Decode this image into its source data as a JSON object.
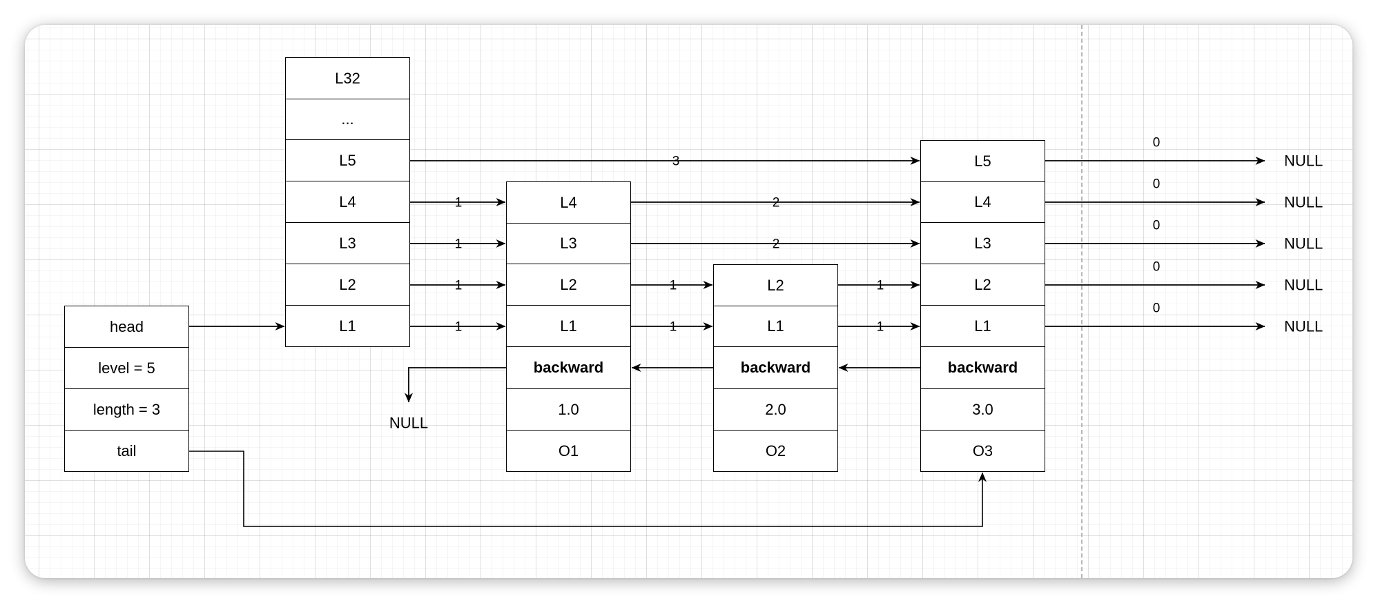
{
  "header_node": {
    "head": "head",
    "level": "level = 5",
    "length": "length = 3",
    "tail": "tail"
  },
  "head_levels": [
    "L32",
    "...",
    "L5",
    "L4",
    "L3",
    "L2",
    "L1"
  ],
  "nodes": [
    {
      "levels": [
        "L4",
        "L3",
        "L2",
        "L1"
      ],
      "backward": "backward",
      "score": "1.0",
      "obj": "O1"
    },
    {
      "levels": [
        "L2",
        "L1"
      ],
      "backward": "backward",
      "score": "2.0",
      "obj": "O2"
    },
    {
      "levels": [
        "L5",
        "L4",
        "L3",
        "L2",
        "L1"
      ],
      "backward": "backward",
      "score": "3.0",
      "obj": "O3"
    }
  ],
  "spans": {
    "head_to_o1": [
      "1",
      "1",
      "1",
      "1"
    ],
    "head_to_o3": "3",
    "o1_to_o3": [
      "2",
      "2"
    ],
    "o1_to_o2": [
      "1",
      "1"
    ],
    "o2_to_o3": [
      "1",
      "1"
    ],
    "o3_to_null": [
      "0",
      "0",
      "0",
      "0",
      "0"
    ]
  },
  "null_label": "NULL"
}
